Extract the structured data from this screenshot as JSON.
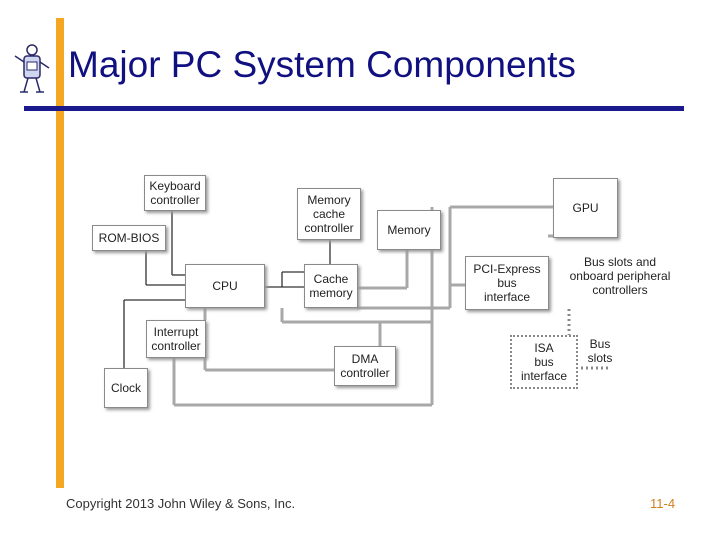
{
  "slide": {
    "title": "Major PC System Components",
    "footer_copyright": "Copyright 2013 John Wiley & Sons, Inc.",
    "page_number": "11-4"
  },
  "diagram": {
    "keyboard_controller": [
      "Keyboard",
      "controller"
    ],
    "rom_bios": "ROM-BIOS",
    "cpu": "CPU",
    "memory_cache_controller": [
      "Memory",
      "cache",
      "controller"
    ],
    "cache_memory": [
      "Cache",
      "memory"
    ],
    "memory": "Memory",
    "gpu": "GPU",
    "pci_express": [
      "PCI-Express",
      "bus",
      "interface"
    ],
    "bus_slots_label": [
      "Bus slots and",
      "onboard peripheral",
      "controllers"
    ],
    "interrupt_controller": [
      "Interrupt",
      "controller"
    ],
    "dma_controller": [
      "DMA",
      "controller"
    ],
    "clock": "Clock",
    "isa": [
      "ISA",
      "bus",
      "interface"
    ],
    "bus_slots_short": [
      "Bus",
      "slots"
    ]
  },
  "colors": {
    "accent_bar": "#f5a623",
    "rule": "#1a1a8c",
    "title": "#101080",
    "bus_line": "#a8a8a8"
  }
}
